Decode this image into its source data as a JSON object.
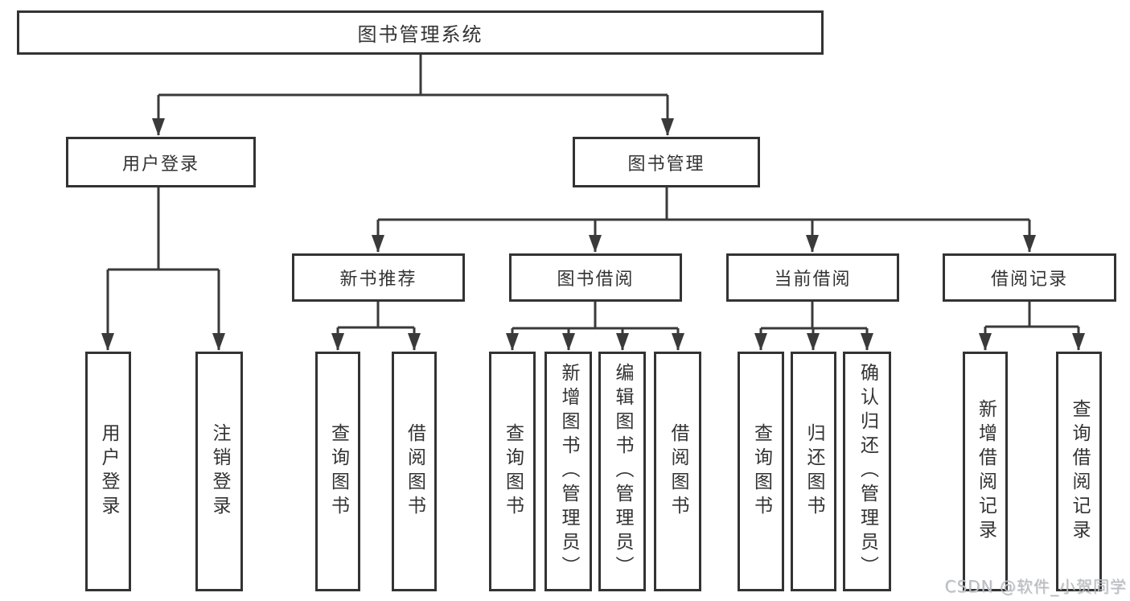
{
  "diagram_title": "图书管理系统",
  "tree": {
    "root": {
      "label": "图书管理系统",
      "children": [
        {
          "label": "用户登录",
          "children": [
            {
              "label": "用户登录"
            },
            {
              "label": "注销登录"
            }
          ]
        },
        {
          "label": "图书管理",
          "children": [
            {
              "label": "新书推荐",
              "children": [
                {
                  "label": "查询图书"
                },
                {
                  "label": "借阅图书"
                }
              ]
            },
            {
              "label": "图书借阅",
              "children": [
                {
                  "label": "查询图书"
                },
                {
                  "label": "新增图书（管理员）"
                },
                {
                  "label": "编辑图书（管理员）"
                },
                {
                  "label": "借阅图书"
                }
              ]
            },
            {
              "label": "当前借阅",
              "children": [
                {
                  "label": "查询图书"
                },
                {
                  "label": "归还图书"
                },
                {
                  "label": "确认归还（管理员）"
                }
              ]
            },
            {
              "label": "借阅记录",
              "children": [
                {
                  "label": "新增借阅记录"
                },
                {
                  "label": "查询借阅记录"
                }
              ]
            }
          ]
        }
      ]
    }
  },
  "watermark": {
    "text": "CSDN @软件_小贺同学"
  },
  "colors": {
    "line": "#3a3a3a",
    "box_border": "#333333",
    "text": "#333333",
    "watermark": "#b9bdc3",
    "background": "#ffffff"
  }
}
